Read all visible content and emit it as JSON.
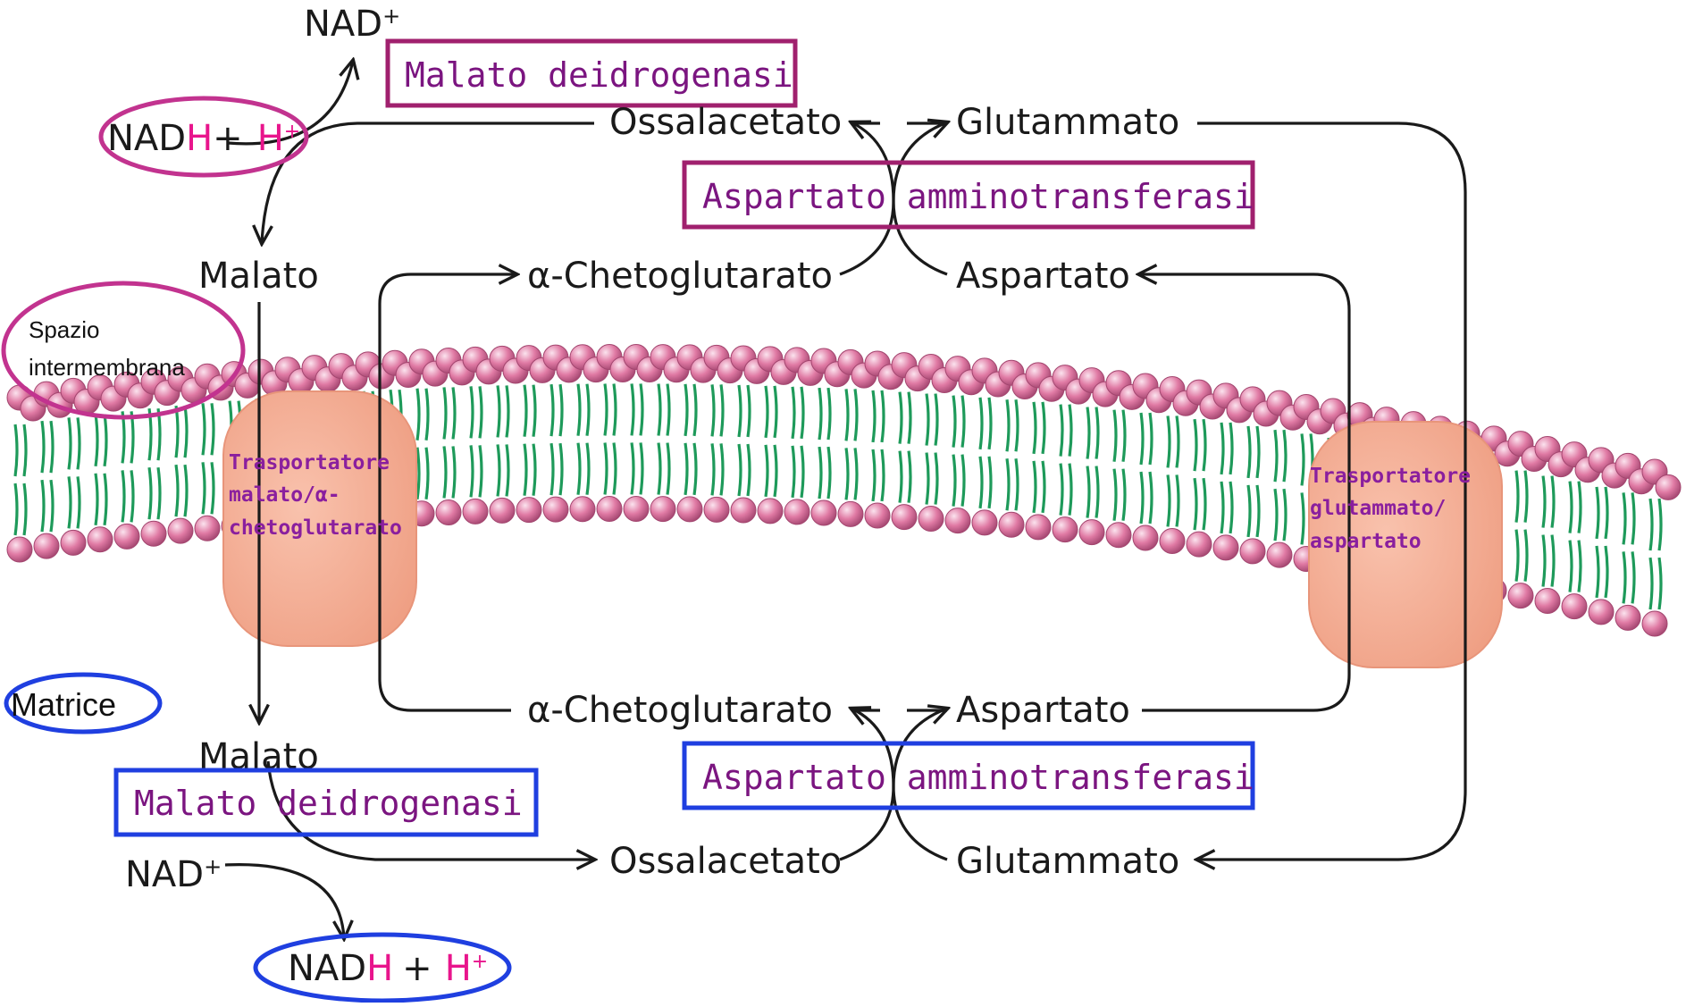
{
  "colors": {
    "enzyme_text": "#7b1580",
    "box_outer": "#a0206e",
    "box_inner": "#1f3fe0",
    "proton_pink": "#e8158c",
    "lipid_head": "#e07aa4",
    "lipid_tail": "#1e9a5a",
    "transporter": "#f3a98d"
  },
  "outer": {
    "nad_plus": "NAD",
    "nadh_prefix": "NAD",
    "nadh_h": "H",
    "plus": "+",
    "h_ion": "H",
    "plus_sup": "+",
    "enzyme_mdh": "Malato deidrogenasi",
    "enzyme_ast": "Aspartato amminotransferasi",
    "oxaloacetate": "Ossalacetato",
    "glutamate": "Glutammato",
    "malate": "Malato",
    "alpha_kg": "α-Chetoglutarato",
    "aspartate": "Aspartato"
  },
  "inner": {
    "malate": "Malato",
    "enzyme_mdh": "Malato deidrogenasi",
    "nad_plus": "NAD",
    "nadh_prefix": "NAD",
    "nadh_h": "H",
    "plus": "+",
    "h_ion": "H",
    "plus_sup": "+",
    "oxaloacetate": "Ossalacetato",
    "glutamate": "Glutammato",
    "alpha_kg": "α-Chetoglutarato",
    "aspartate": "Aspartato",
    "enzyme_ast": "Aspartato amminotransferasi"
  },
  "compartments": {
    "intermembrane_line1": "Spazio",
    "intermembrane_line2": "intermembrana",
    "matrix": "Matrice"
  },
  "transporters": {
    "left_line1": "Trasportatore",
    "left_line2": "malato/α-",
    "left_line3": "chetoglutarato",
    "right_line1": "Trasportatore",
    "right_line2": "glutammato/",
    "right_line3": "aspartato"
  }
}
